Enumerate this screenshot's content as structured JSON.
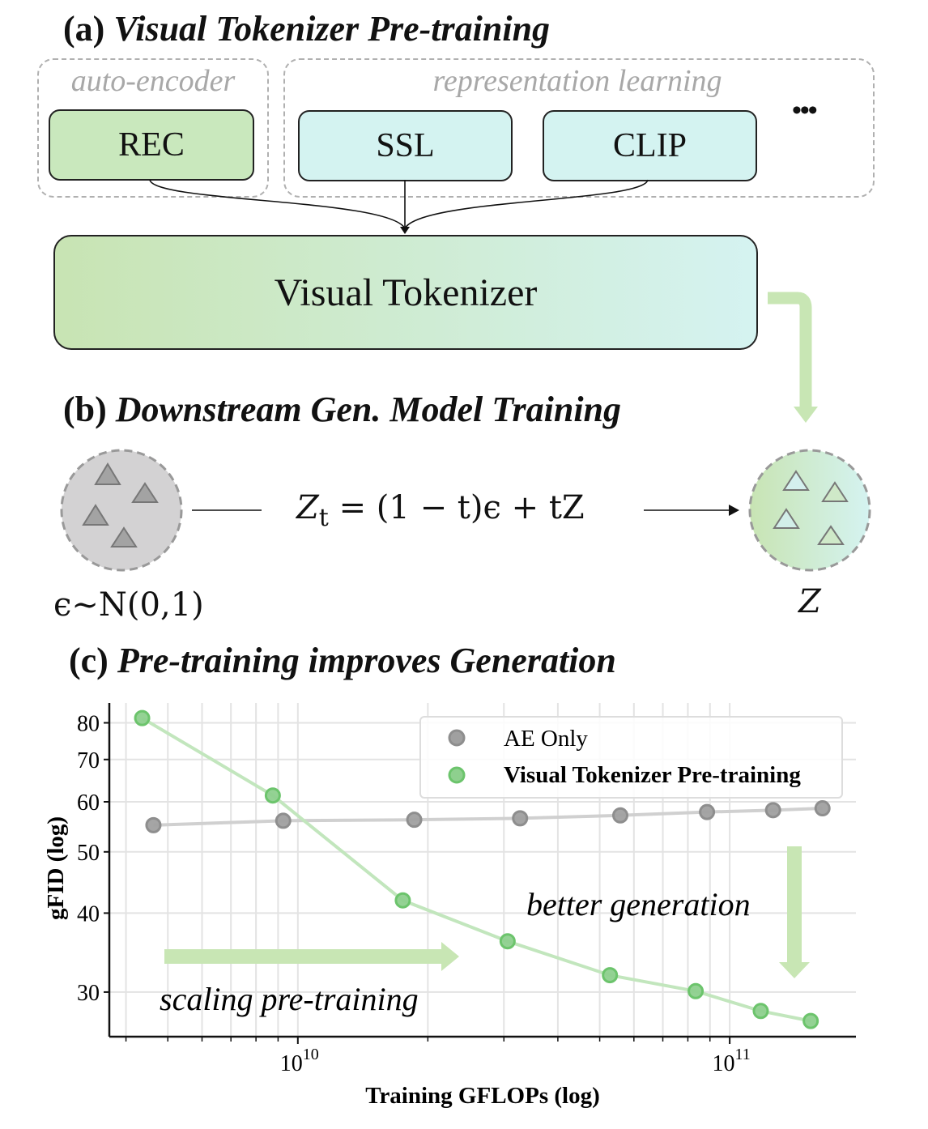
{
  "section_a": {
    "label": "(a)",
    "title": "Visual Tokenizer Pre-training",
    "group_autoencoder": "auto-encoder",
    "group_representation": "representation learning",
    "boxes": [
      "REC",
      "SSL",
      "CLIP"
    ],
    "more": "•••",
    "tokenizer": "Visual Tokenizer"
  },
  "section_b": {
    "label": "(b)",
    "title": "Downstream Gen. Model Training",
    "equation_lhs": "Z",
    "equation_sub": "t",
    "equation_rhs": " = (1 − t)ϵ + tZ",
    "noise_label": "ϵ∼N(0,1)",
    "target_label": "Z"
  },
  "section_c": {
    "label": "(c)",
    "title": "Pre-training improves Generation"
  },
  "colors": {
    "green": "#6cc46c",
    "gray": "#8e8e8e",
    "rec": "#c9e8bd",
    "rep": "#d4f3f1",
    "arrow": "#c8e6b4"
  },
  "chart_data": {
    "type": "line",
    "xlabel": "Training GFLOPs (log)",
    "ylabel": "gFID (log)",
    "xscale": "log",
    "yscale": "log",
    "xlim": [
      3660000000.0,
      196000000000.0
    ],
    "ylim": [
      25.5,
      86
    ],
    "yticks": [
      30,
      40,
      50,
      60,
      70,
      80
    ],
    "xticks": [
      {
        "base": "10",
        "exp": "10",
        "value": 10000000000.0
      },
      {
        "base": "10",
        "exp": "11",
        "value": 100000000000.0
      }
    ],
    "grid": true,
    "legend_position": "top-right",
    "series": [
      {
        "name": "AE Only",
        "color": "#8e8e8e",
        "x": [
          4630000000.0,
          9250000000.0,
          18600000000.0,
          32700000000.0,
          55800000000.0,
          88600000000.0,
          126000000000.0,
          164000000000.0
        ],
        "y": [
          55.1,
          56.0,
          56.2,
          56.5,
          57.1,
          57.8,
          58.2,
          58.6
        ]
      },
      {
        "name": "Visual Tokenizer Pre-training",
        "color": "#6cc46c",
        "x": [
          4360000000.0,
          8750000000.0,
          17500000000.0,
          30600000000.0,
          52800000000.0,
          83400000000.0,
          118000000000.0,
          154000000000.0
        ],
        "y": [
          81.4,
          61.4,
          41.9,
          36.1,
          31.9,
          30.1,
          28.0,
          27.0
        ]
      }
    ],
    "annotations": [
      "scaling pre-training",
      "better generation"
    ]
  }
}
